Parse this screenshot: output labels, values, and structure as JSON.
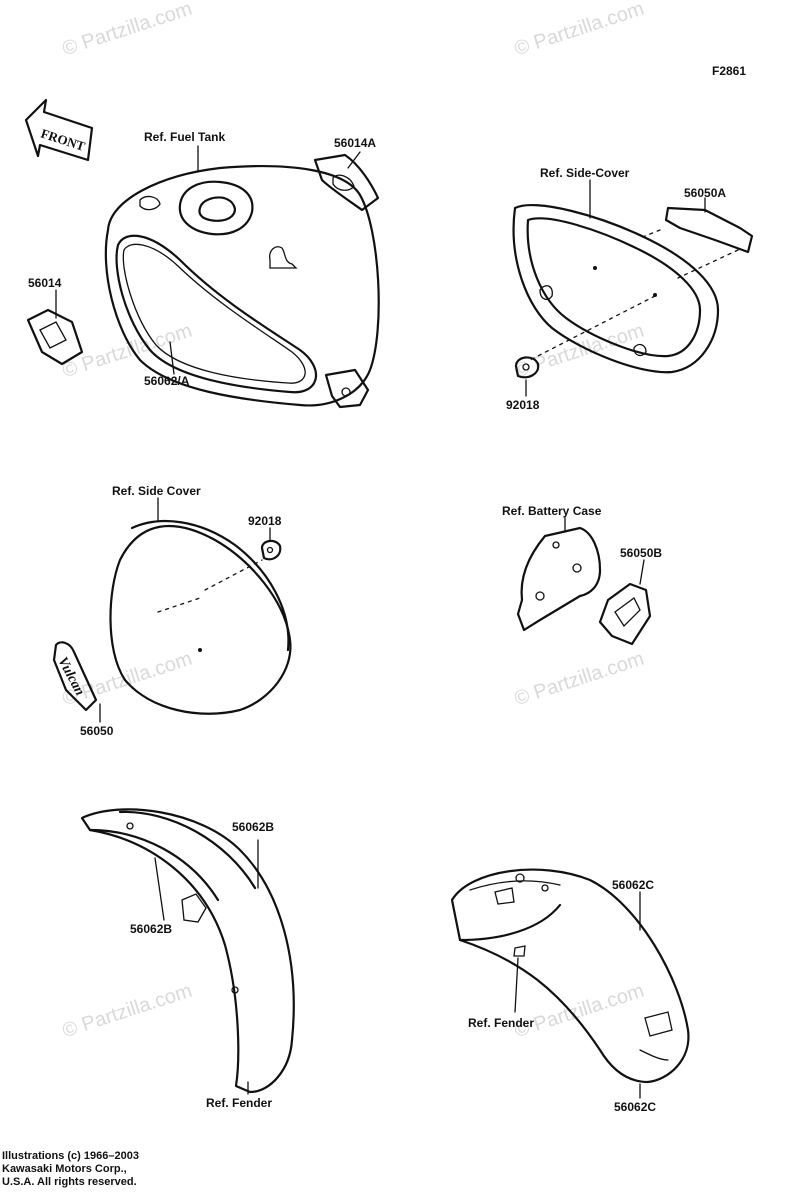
{
  "figure_id": "F2861",
  "watermark": "© Partzilla.com",
  "front_arrow": "FRONT",
  "emblem_text": "Vulcan",
  "labels": {
    "ref_fuel_tank": "Ref. Fuel Tank",
    "p56014A": "56014A",
    "p56014": "56014",
    "p56062A": "56062/A",
    "ref_side_cover_top": "Ref. Side-Cover",
    "p56050A": "56050A",
    "p92018_top": "92018",
    "ref_side_cover_mid": "Ref. Side Cover",
    "p92018_mid": "92018",
    "p56050": "56050",
    "ref_battery_case": "Ref. Battery Case",
    "p56050B": "56050B",
    "p56062B_a": "56062B",
    "p56062B_b": "56062B",
    "ref_fender_front": "Ref. Fender",
    "p56062C_a": "56062C",
    "ref_fender_rear": "Ref. Fender",
    "p56062C_b": "56062C"
  },
  "copyright": {
    "line1": "Illustrations (c) 1966–2003",
    "line2": "Kawasaki Motors Corp.,",
    "line3": "U.S.A.  All rights reserved."
  }
}
